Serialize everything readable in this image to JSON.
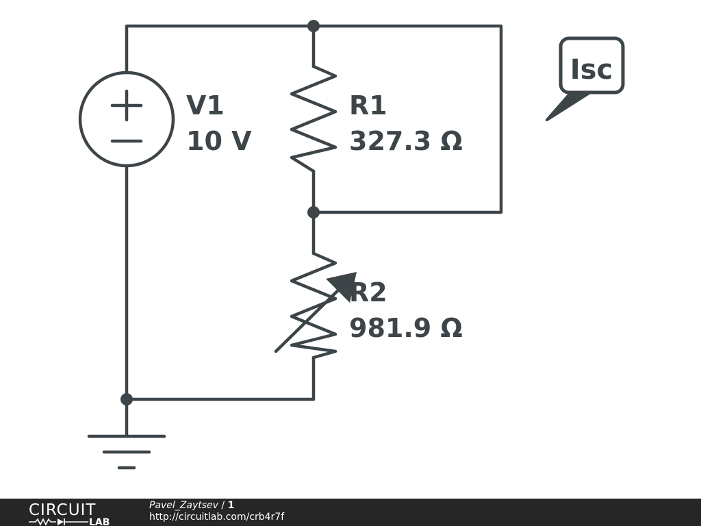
{
  "components": {
    "v1": {
      "name": "V1",
      "value": "10 V"
    },
    "r1": {
      "name": "R1",
      "value": "327.3 Ω"
    },
    "r2": {
      "name": "R2",
      "value": "981.9 Ω"
    }
  },
  "probe": {
    "label": "Isc"
  },
  "footer": {
    "logo_top": "CIRCUIT",
    "logo_bottom": "LAB",
    "author": "Pavel_Zaytsev",
    "separator": " / ",
    "revision": "1",
    "url": "http://circuitlab.com/crb4r7f"
  },
  "colors": {
    "wire": "#3d4549",
    "footer_bg": "#262626",
    "background": "#ffffff"
  }
}
